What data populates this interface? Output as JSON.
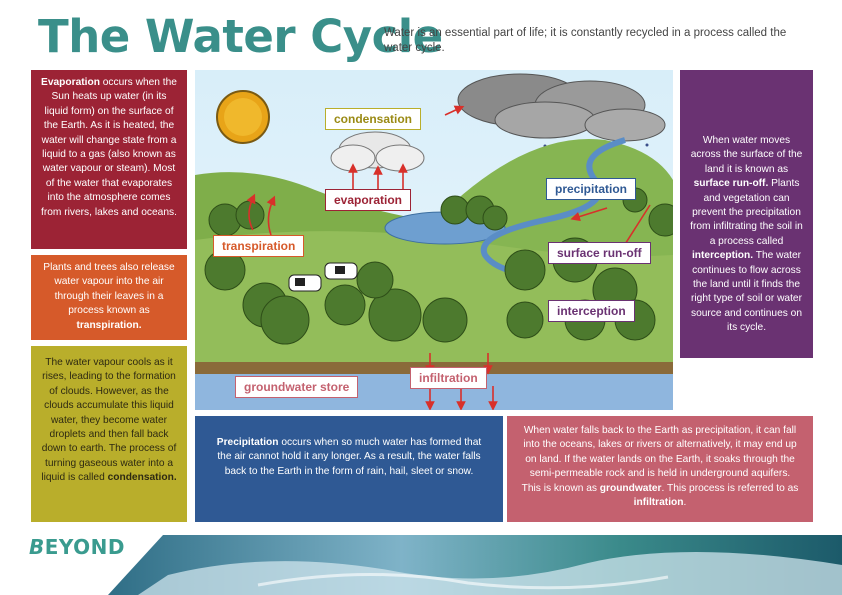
{
  "title": "The Water Cycle",
  "intro": "Water is an essential part of life; it is constantly recycled in a process called the water cycle.",
  "panels": {
    "evaporation": {
      "bold": "Evaporation",
      "text": " occurs when the Sun heats up water (in its liquid form) on the surface of the Earth. As it is heated, the water will change state from a liquid to a gas (also known as water vapour or steam). Most of the water that evaporates into the atmosphere comes from rivers, lakes and oceans."
    },
    "transpiration": {
      "text": "Plants and trees also release water vapour into the air through their leaves in a process known as ",
      "bold": "transpiration."
    },
    "condensation": {
      "text": "The water vapour cools as it rises, leading to the formation of clouds. However, as the clouds accumulate this liquid water, they become water droplets and then fall back down to earth. The process of turning gaseous water into a liquid is called ",
      "bold": "condensation."
    },
    "runoff": {
      "t1": "When water moves across the surface of the land it is known as ",
      "b1": "surface run-off.",
      "t2": " Plants and vegetation can prevent the precipitation from infiltrating the soil in a process called ",
      "b2": "interception.",
      "t3": " The water continues to flow across the land until it finds the right type of soil or water source and continues on its cycle."
    },
    "precipitation": {
      "bold": "Precipitation",
      "text": " occurs when so much water has formed that the air cannot hold it any longer. As a result, the water falls back to the Earth in the form of rain, hail, sleet or snow."
    },
    "infiltration": {
      "t1": "When water falls back to the Earth as precipitation, it can fall into the oceans, lakes or rivers or alternatively, it may end up on land. If the water lands on the Earth, it soaks through the semi-permeable rock and is held in underground aquifers. This is known as ",
      "b1": "groundwater",
      "t2": ". This process is referred to as ",
      "b2": "infiltration",
      "t3": "."
    }
  },
  "labels": {
    "condensation": "condensation",
    "evaporation": "evaporation",
    "precipitation": "precipitation",
    "transpiration": "transpiration",
    "surface_runoff": "surface run-off",
    "interception": "interception",
    "infiltration": "infiltration",
    "groundwater": "groundwater store"
  },
  "logo": {
    "letter": "B",
    "rest": "EYOND"
  },
  "colors": {
    "teal": "#3a8f8a",
    "evaporation": "#9c2335",
    "transpiration": "#d65a2a",
    "condensation": "#b9ae2b",
    "runoff": "#6a3272",
    "precipitation": "#2f5994",
    "infiltration": "#c4616f",
    "arrow": "#d8302a"
  }
}
